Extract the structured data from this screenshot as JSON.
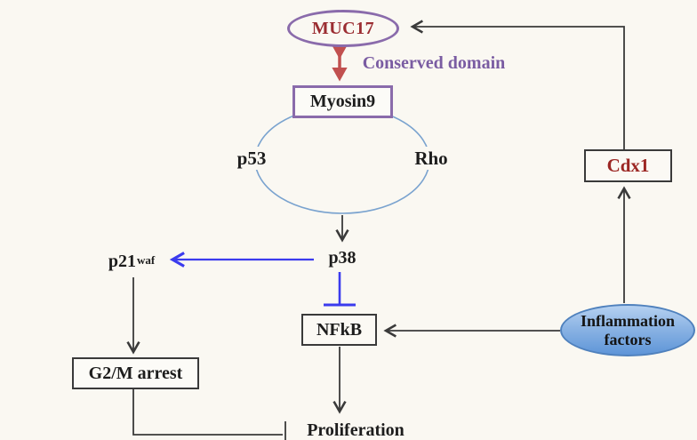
{
  "figure": {
    "title": "MUC17 signaling pathway diagram",
    "background_color": "#faf8f2",
    "nodes": {
      "muc17": {
        "label": "MUC17",
        "shape": "ellipse",
        "border_color": "#8a6bab",
        "text_color": "#9b2d32"
      },
      "conserved_domain": {
        "label": "Conserved domain",
        "text_color": "#7a5ca2"
      },
      "myosin9": {
        "label": "Myosin9",
        "shape": "rectangle",
        "border_color": "#8a6bab",
        "text_color": "#1d1d1d"
      },
      "p53": {
        "label": "p53",
        "text_color": "#1d1d1d"
      },
      "rho": {
        "label": "Rho",
        "text_color": "#1d1d1d"
      },
      "p38": {
        "label": "p38",
        "text_color": "#1d1d1d"
      },
      "p21": {
        "base": "p21",
        "sup": "waf",
        "text_color": "#1d1d1d"
      },
      "nfkb": {
        "label": "NFkB",
        "shape": "rectangle",
        "border_color": "#3a3a3a",
        "text_color": "#1d1d1d"
      },
      "cdx1": {
        "label": "Cdx1",
        "shape": "rectangle",
        "border_color": "#3a3a3a",
        "text_color": "#9c2724"
      },
      "inflammation": {
        "line1": "Inflammation",
        "line2": "factors",
        "shape": "ellipse",
        "border_color": "#4f81bd",
        "fill_top": "#b5d1f1",
        "fill_bottom": "#5e95d8",
        "text_color": "#141414"
      },
      "g2m_arrest": {
        "label": "G2/M arrest",
        "shape": "rectangle",
        "border_color": "#3a3a3a",
        "text_color": "#1d1d1d"
      },
      "proliferation": {
        "label": "Proliferation",
        "text_color": "#1d1d1d"
      }
    },
    "edges": [
      {
        "from": "muc17",
        "to": "myosin9",
        "type": "double-arrow",
        "color": "#c1504f",
        "note": "Conserved domain interaction"
      },
      {
        "from": "myosin9-complex(p53,Rho)",
        "to": "p38",
        "type": "arrow",
        "color": "#3a3a3a"
      },
      {
        "from": "p38",
        "to": "p21waf",
        "type": "arrow",
        "color": "#3b3bee"
      },
      {
        "from": "p38",
        "to": "nfkb",
        "type": "inhibition",
        "color": "#3b3bee"
      },
      {
        "from": "p21waf",
        "to": "g2m_arrest",
        "type": "arrow",
        "color": "#3a3a3a"
      },
      {
        "from": "g2m_arrest",
        "to": "proliferation",
        "type": "inhibition",
        "color": "#3a3a3a"
      },
      {
        "from": "nfkb",
        "to": "proliferation",
        "type": "arrow",
        "color": "#3a3a3a"
      },
      {
        "from": "inflammation",
        "to": "nfkb",
        "type": "arrow",
        "color": "#3a3a3a"
      },
      {
        "from": "inflammation",
        "to": "cdx1",
        "type": "arrow",
        "color": "#3a3a3a"
      },
      {
        "from": "cdx1",
        "to": "muc17",
        "type": "arrow",
        "color": "#3a3a3a"
      }
    ],
    "complex_ellipse_color": "#7aa3cf"
  }
}
